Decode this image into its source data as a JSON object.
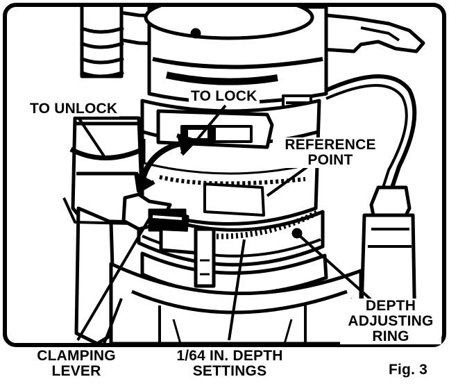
{
  "figure": {
    "caption": "Fig. 3",
    "labels": {
      "to_unlock": "TO UNLOCK",
      "to_lock": "TO LOCK",
      "reference_point_1": "REFERENCE",
      "reference_point_2": "POINT",
      "depth_ring_1": "DEPTH",
      "depth_ring_2": "ADJUSTING",
      "depth_ring_3": "RING",
      "clamping_lever_1": "CLAMPING",
      "clamping_lever_2": "LEVER",
      "depth_settings_1": "1/64 IN. DEPTH",
      "depth_settings_2": "SETTINGS"
    }
  },
  "colors": {
    "ink": "#000000",
    "paper": "#ffffff"
  }
}
